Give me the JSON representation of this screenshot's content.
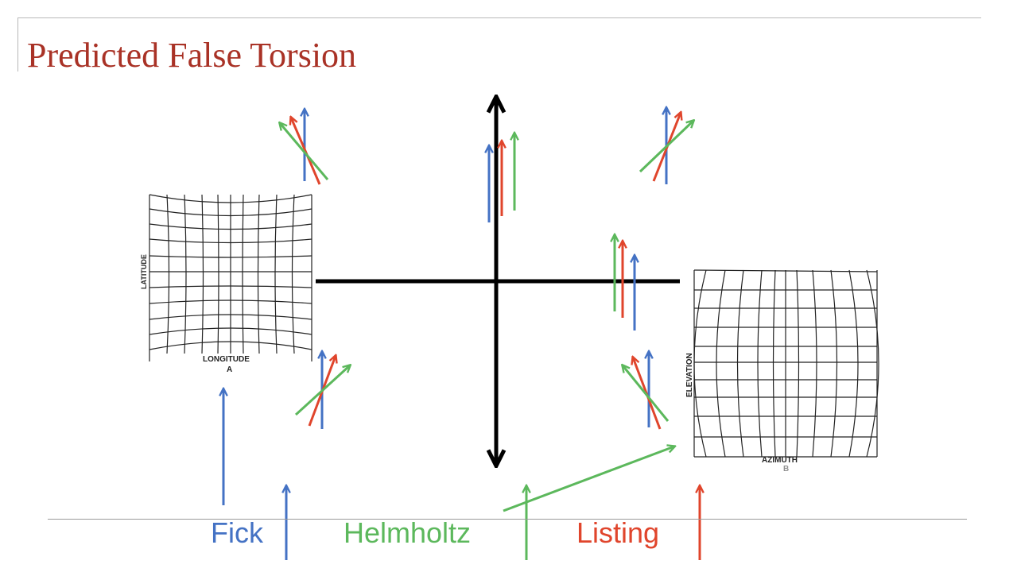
{
  "title": "Predicted False Torsion",
  "labels": {
    "fick": "Fick",
    "helmholtz": "Helmholtz",
    "listing": "Listing"
  },
  "plots": {
    "left": {
      "ylabel": "LATITUDE",
      "xlabel": "LONGITUDE",
      "sublabel": "A"
    },
    "right": {
      "ylabel": "ELEVATION",
      "xlabel": "AZIMUTH",
      "sublabel": "B"
    }
  },
  "colors": {
    "fick": "#4472c4",
    "helmholtz": "#5cb85c",
    "listing": "#e0452c",
    "axes": "#000000",
    "title": "#a93226"
  }
}
